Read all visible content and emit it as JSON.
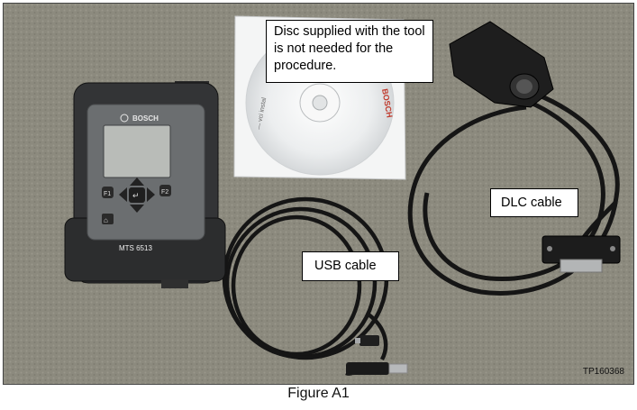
{
  "figure": {
    "caption": "Figure A1",
    "image_code": "TP160368"
  },
  "callouts": {
    "disc_note": "Disc supplied with the tool is not needed for the procedure.",
    "dlc_cable": "DLC cable",
    "usb_cable": "USB cable"
  },
  "device": {
    "brand": "BOSCH",
    "model": "MTS 6513",
    "key_f1": "F1",
    "key_f2": "F2"
  },
  "colors": {
    "carpet": "#8c8a7e",
    "device_body": "#3a3a3a",
    "device_face": "#6b6e70",
    "screen": "#b9bcb8",
    "cable": "#151515",
    "disc": "#e8e9ea",
    "callout_border": "#000000"
  }
}
